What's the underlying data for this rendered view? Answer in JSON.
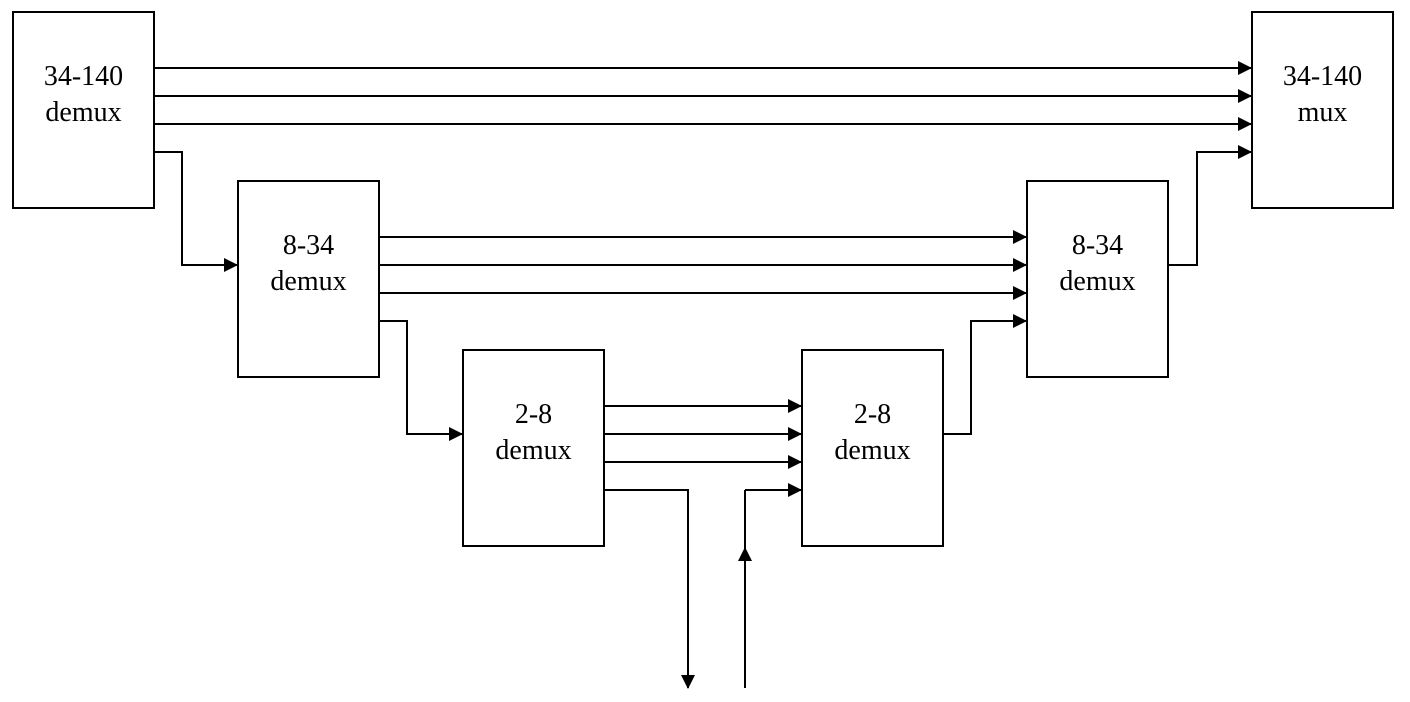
{
  "diagram": {
    "blocks": {
      "demux_34_140": {
        "line1": "34-140",
        "line2": "demux"
      },
      "demux_8_34_left": {
        "line1": "8-34",
        "line2": "demux"
      },
      "demux_2_8_left": {
        "line1": "2-8",
        "line2": "demux"
      },
      "demux_2_8_right": {
        "line1": "2-8",
        "line2": "demux"
      },
      "demux_8_34_right": {
        "line1": "8-34",
        "line2": "demux"
      },
      "mux_34_140": {
        "line1": "34-140",
        "line2": "mux"
      }
    },
    "colors": {
      "stroke": "#000000",
      "background": "#ffffff"
    }
  }
}
